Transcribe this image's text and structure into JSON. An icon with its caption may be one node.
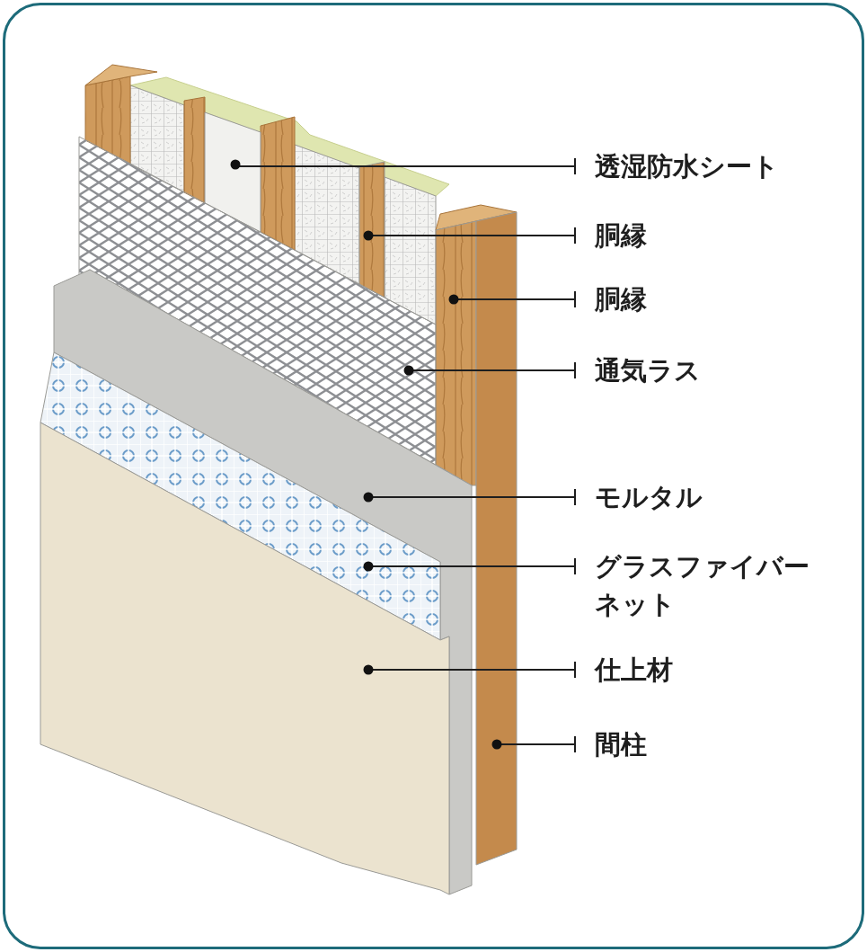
{
  "diagram": {
    "nodes": [
      {
        "text": [
          "透湿防水シート"
        ]
      },
      {
        "text": [
          "胴縁"
        ]
      },
      {
        "text": [
          "胴縁"
        ]
      },
      {
        "text": [
          "通気ラス"
        ]
      },
      {
        "text": [
          "モルタル"
        ]
      },
      {
        "text": [
          "グラスファイバーネット"
        ]
      },
      {
        "text": [
          "仕上材"
        ]
      },
      {
        "text": [
          "間柱"
        ]
      },
      {
        "text": [],
        "shape": "box"
      },
      {
        "text": [],
        "shape": "picture"
      },
      {
        "text": [],
        "shape": "picture"
      },
      {
        "text": [],
        "shape": "picture"
      },
      {
        "text": [],
        "shape": "picture"
      },
      {
        "text": [],
        "shape": "picture"
      },
      {
        "text": [],
        "shape": "picture"
      },
      {
        "text": [],
        "shape": "picture"
      }
    ],
    "edges": [
      {
        "from": 0,
        "to": 8,
        "arrow": "other"
      },
      {
        "from": 1,
        "to": 9,
        "arrow": "other"
      },
      {
        "from": 2,
        "to": 10,
        "arrow": "other"
      },
      {
        "from": 3,
        "to": 11,
        "arrow": "other"
      },
      {
        "from": 4,
        "to": 12,
        "arrow": "other"
      },
      {
        "from": 5,
        "to": 13,
        "arrow": "other"
      },
      {
        "from": 6,
        "to": 14,
        "arrow": "other"
      },
      {
        "from": 7,
        "to": 15,
        "arrow": "other"
      }
    ]
  }
}
